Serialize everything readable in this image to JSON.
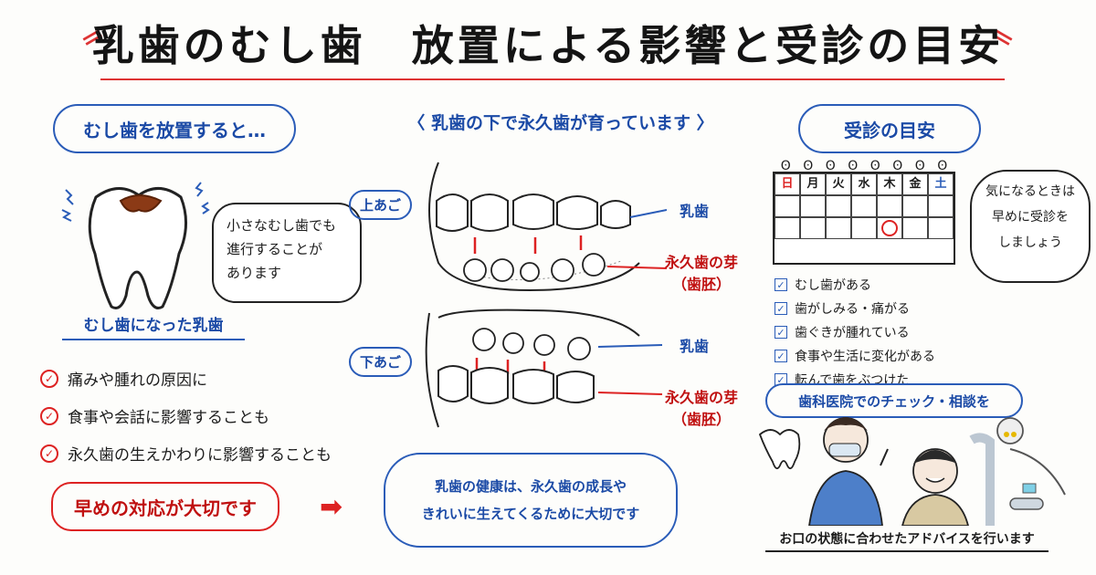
{
  "title": "乳歯のむし歯　放置による影響と受診の目安",
  "left": {
    "heading": "むし歯を放置すると…",
    "bubble": [
      "小さなむし歯でも",
      "進行することが",
      "あります"
    ],
    "tooth_caption": "むし歯になった乳歯",
    "effects": [
      "痛みや腫れの原因に",
      "食事や会話に影響することも",
      "永久歯の生えかわりに影響することも"
    ],
    "callout": "早めの対応が大切です"
  },
  "center": {
    "heading": "〈 乳歯の下で永久歯が育っています 〉",
    "upper_jaw": "上あご",
    "lower_jaw": "下あご",
    "upper_baby": "乳歯",
    "upper_germ": "永久歯の芽",
    "upper_germ_sub": "（歯胚）",
    "lower_baby": "乳歯",
    "lower_germ": "永久歯の芽",
    "lower_germ_sub": "（歯胚）",
    "cloud_text": [
      "乳歯の健康は、永久歯の成長や",
      "きれいに生えてくるために大切です"
    ]
  },
  "right": {
    "heading": "受診の目安",
    "weekdays": [
      "日",
      "月",
      "火",
      "水",
      "木",
      "金",
      "土"
    ],
    "calendar_bubble": [
      "気になるときは",
      "早めに受診を",
      "しましょう"
    ],
    "checklist": [
      "むし歯がある",
      "歯がしみる・痛がる",
      "歯ぐきが腫れている",
      "食事や生活に変化がある",
      "転んで歯をぶつけた"
    ],
    "clinic_heading": "歯科医院でのチェック・相談を",
    "clinic_caption": "お口の状態に合わせたアドバイスを行います"
  },
  "colors": {
    "accent_blue": "#2a5cb8",
    "accent_red": "#d22"
  }
}
